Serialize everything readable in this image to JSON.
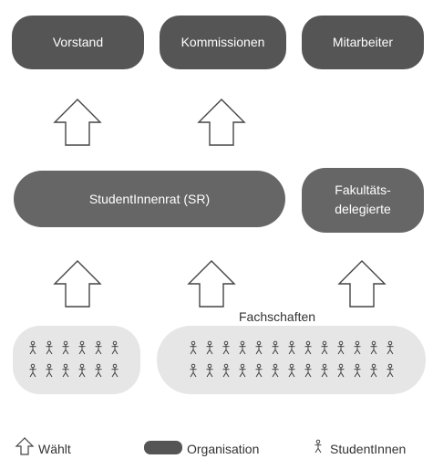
{
  "nodes": {
    "vorstand": "Vorstand",
    "kommissionen": "Kommissionen",
    "mitarbeiter": "Mitarbeiter",
    "studentinnenrat": "StudentInnenrat (SR)",
    "fakultaet_line1": "Fakultäts-",
    "fakultaet_line2": "delegierte"
  },
  "groups": {
    "fachschaften_label": "Fachschaften"
  },
  "legend": {
    "waehlt": "Wählt",
    "organisation": "Organisation",
    "studentinnen": "StudentInnen"
  },
  "colors": {
    "organisation": "#555555",
    "student_group": "#e6e6e6",
    "arrow_stroke": "#444444"
  },
  "icons": {
    "vote_arrow": "arrow-up-outline-icon",
    "organisation": "rounded-rect-icon",
    "student": "stick-figure-icon"
  }
}
